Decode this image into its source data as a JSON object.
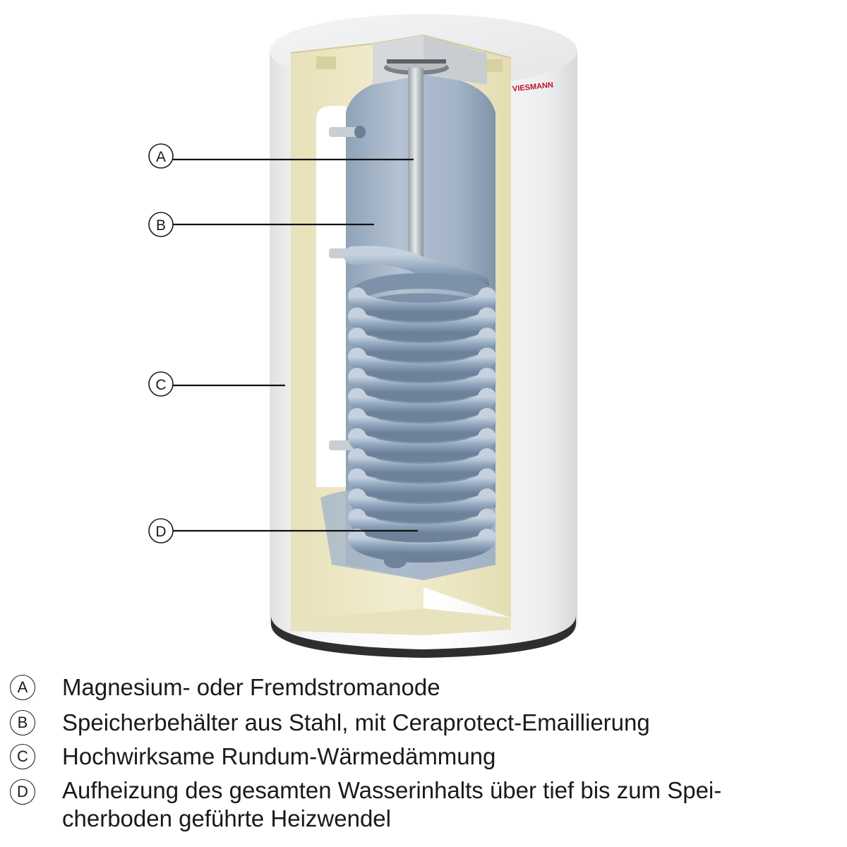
{
  "brand": {
    "logo_text": "VIESMANN",
    "color": "#c0102a"
  },
  "callouts": [
    {
      "id": "A",
      "label": "A"
    },
    {
      "id": "B",
      "label": "B"
    },
    {
      "id": "C",
      "label": "C"
    },
    {
      "id": "D",
      "label": "D"
    }
  ],
  "legend": [
    {
      "marker": "A",
      "text": "Magnesium- oder Fremdstromanode"
    },
    {
      "marker": "B",
      "text": "Speicherbehälter aus Stahl, mit Ceraprotect-Emaillierung"
    },
    {
      "marker": "C",
      "text": "Hochwirksame Rundum-Wärmedämmung"
    },
    {
      "marker": "D",
      "text": "Aufheizung des gesamten Wasserinhalts über tief bis zum Speicherboden geführte Heizwendel",
      "lines": [
        "Aufheizung des gesamten Wasserinhalts über tief bis zum Spei-",
        "cherboden geführte Heizwendel"
      ]
    }
  ],
  "colors": {
    "outer_shell": "#f1f2f3",
    "insulation": "#efeac8",
    "tank": "#a4b4c6",
    "coil": "#8ea4bd",
    "base": "#2b2b2b"
  }
}
